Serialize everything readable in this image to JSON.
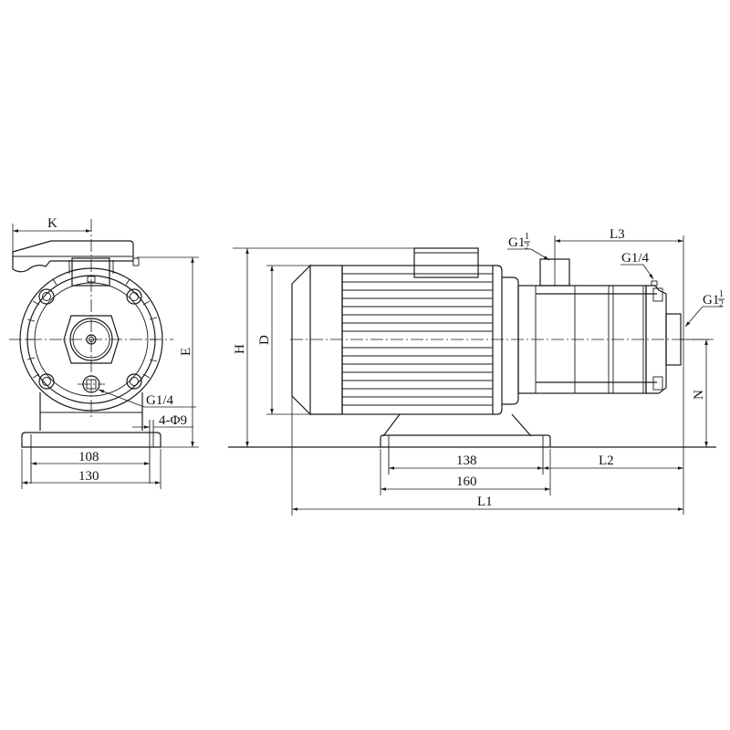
{
  "drawing": {
    "title": "Horizontal multistage centrifugal pump — outline dimensions",
    "views": [
      "end-view",
      "side-view"
    ]
  },
  "end_view": {
    "labels": {
      "K": "K",
      "E": "E",
      "g14": "G1/4",
      "holes": "4-Φ9",
      "dim_108": "108",
      "dim_130": "130"
    }
  },
  "side_view": {
    "labels": {
      "H": "H",
      "D": "D",
      "N": "N",
      "L1": "L1",
      "L2": "L2",
      "L3": "L3",
      "dim_138": "138",
      "dim_160": "160",
      "g1_half_top_main": "G1",
      "g1_half_top_num": "1",
      "g1_half_top_den": "2",
      "g14": "G1/4",
      "g1_half_end_main": "G1",
      "g1_half_end_num": "1",
      "g1_half_end_den": "2"
    }
  },
  "colors": {
    "line": "#1a1a1a",
    "background": "#ffffff"
  }
}
